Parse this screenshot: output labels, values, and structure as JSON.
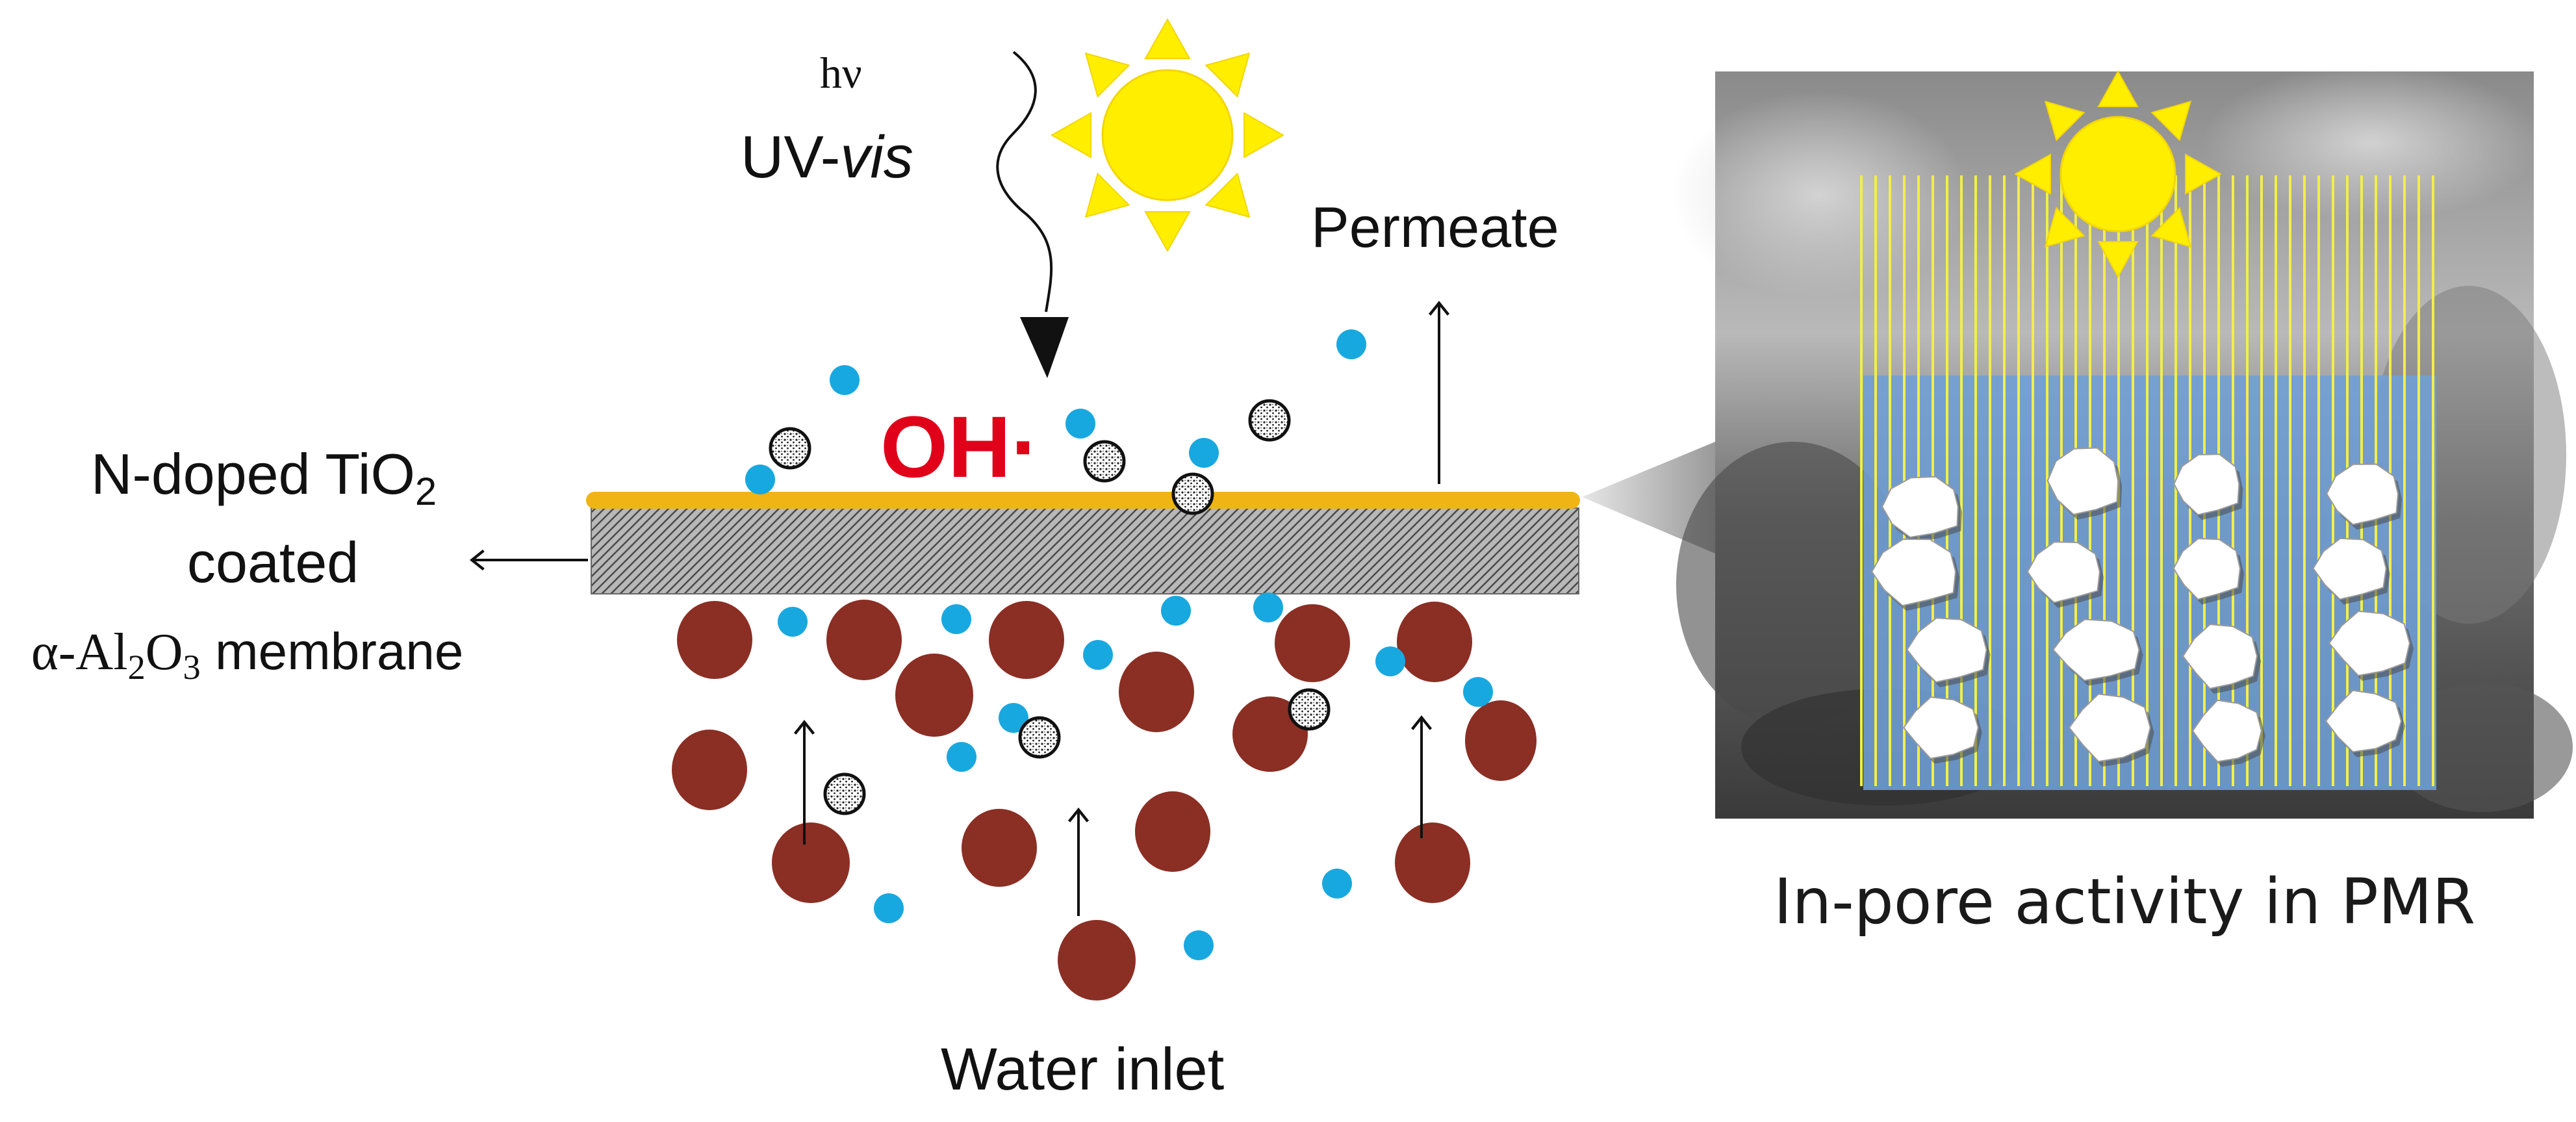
{
  "labels": {
    "hv": "hν",
    "uv_prefix": "UV-",
    "uv_italic": "vis",
    "permeate": "Permeate",
    "oh_radical": "OH·",
    "coating_line1_prefix": "N-doped TiO",
    "coating_line1_sub": "2",
    "coating_line2": "coated",
    "membrane_prefix": "α-Al",
    "membrane_sub1": "2",
    "membrane_mid": "O",
    "membrane_sub2": "3",
    "membrane_suffix": " membrane",
    "water_inlet": "Water inlet",
    "inset_caption": "In-pore activity in PMR"
  },
  "colors": {
    "sun": "#ffee00",
    "coating": "#f0b414",
    "membrane_hatch": "#8a8a8a",
    "particle": "#8b2e24",
    "water_dot": "#18a8e0",
    "oh_text": "#e0001a",
    "pore_fill": "#6f9fd6",
    "light_ray": "#f2ee48"
  },
  "icons": {
    "sun": "sun-icon",
    "pollutant": "pollutant-sphere-icon",
    "arrow": "arrow-icon",
    "wavy_light": "wavy-light-arrow-icon"
  }
}
